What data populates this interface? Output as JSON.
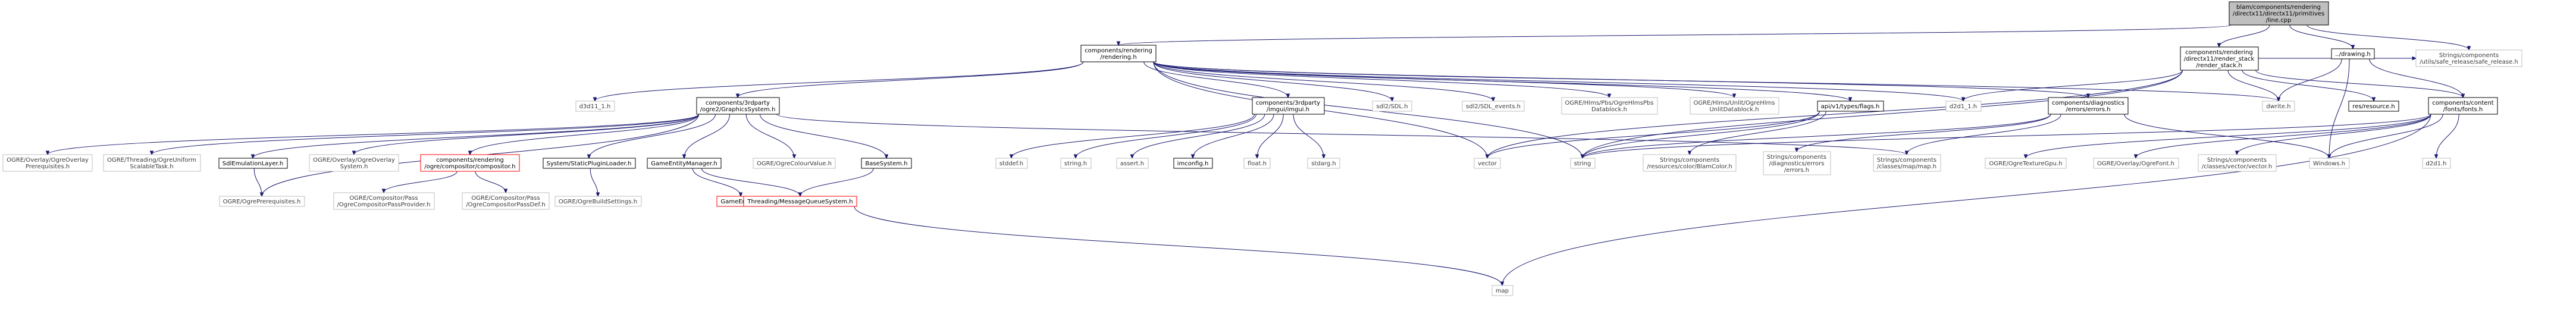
{
  "diagram": {
    "nodes": [
      {
        "id": "root",
        "style": "root",
        "lines": [
          "blam/components/rendering",
          "/directx11/directx11/primitives",
          "/line.cpp"
        ]
      },
      {
        "id": "rendering",
        "style": "linked",
        "lines": [
          "components/rendering",
          "/rendering.h"
        ]
      },
      {
        "id": "render_stack",
        "style": "linked",
        "lines": [
          "components/rendering",
          "/directx11/render_stack",
          "/render_stack.h"
        ]
      },
      {
        "id": "drawing",
        "style": "linked",
        "lines": [
          "../drawing.h"
        ]
      },
      {
        "id": "safe_release",
        "style": "plain",
        "lines": [
          "Strings/components",
          "/utils/safe_release/safe_release.h"
        ]
      },
      {
        "id": "d3d11_1",
        "style": "plain",
        "lines": [
          "d3d11_1.h"
        ]
      },
      {
        "id": "graphics_system",
        "style": "linked",
        "lines": [
          "components/3rdparty",
          "/ogre2/GraphicsSystem.h"
        ]
      },
      {
        "id": "imgui",
        "style": "linked",
        "lines": [
          "components/3rdparty",
          "/imgui/imgui.h"
        ]
      },
      {
        "id": "sdl2_sdl",
        "style": "plain",
        "lines": [
          "sdl2/SDL.h"
        ]
      },
      {
        "id": "sdl2_events",
        "style": "plain",
        "lines": [
          "sdl2/SDL_events.h"
        ]
      },
      {
        "id": "hlms_pbs",
        "style": "plain",
        "lines": [
          "OGRE/Hlms/Pbs/OgreHlmsPbs",
          "Datablock.h"
        ]
      },
      {
        "id": "hlms_unlit",
        "style": "plain",
        "lines": [
          "OGRE/Hlms/Unlit/OgreHlms",
          "UnlitDatablock.h"
        ]
      },
      {
        "id": "flags",
        "style": "linked",
        "lines": [
          "api/v1/types/flags.h"
        ]
      },
      {
        "id": "d2d1_1",
        "style": "plain",
        "lines": [
          "d2d1_1.h"
        ]
      },
      {
        "id": "errors",
        "style": "linked",
        "lines": [
          "components/diagnostics",
          "/errors/errors.h"
        ]
      },
      {
        "id": "dwrite",
        "style": "plain",
        "lines": [
          "dwrite.h"
        ]
      },
      {
        "id": "resource",
        "style": "linked",
        "lines": [
          "res/resource.h"
        ]
      },
      {
        "id": "fonts",
        "style": "linked",
        "lines": [
          "components/content",
          "/fonts/fonts.h"
        ]
      },
      {
        "id": "ogre_overlay_prereq",
        "style": "plain",
        "lines": [
          "OGRE/Overlay/OgreOverlay",
          "Prerequisites.h"
        ]
      },
      {
        "id": "uniform_task",
        "style": "plain",
        "lines": [
          "OGRE/Threading/OgreUniform",
          "ScalableTask.h"
        ]
      },
      {
        "id": "sdl_emulation",
        "style": "linked",
        "lines": [
          "SdlEmulationLayer.h"
        ]
      },
      {
        "id": "overlay_system",
        "style": "plain",
        "lines": [
          "OGRE/Overlay/OgreOverlay",
          "System.h"
        ]
      },
      {
        "id": "compositor",
        "style": "missing",
        "lines": [
          "components/rendering",
          "/ogre/compositor/compositor.h"
        ]
      },
      {
        "id": "static_plugin",
        "style": "linked",
        "lines": [
          "System/StaticPluginLoader.h"
        ]
      },
      {
        "id": "game_entity_mgr",
        "style": "linked",
        "lines": [
          "GameEntityManager.h"
        ]
      },
      {
        "id": "colour_value",
        "style": "plain",
        "lines": [
          "OGRE/OgreColourValue.h"
        ]
      },
      {
        "id": "base_system",
        "style": "linked",
        "lines": [
          "BaseSystem.h"
        ]
      },
      {
        "id": "stddef",
        "style": "plain",
        "lines": [
          "stddef.h"
        ]
      },
      {
        "id": "string_h",
        "style": "plain",
        "lines": [
          "string.h"
        ]
      },
      {
        "id": "assert",
        "style": "plain",
        "lines": [
          "assert.h"
        ]
      },
      {
        "id": "imconfig",
        "style": "linked",
        "lines": [
          "imconfig.h"
        ]
      },
      {
        "id": "float",
        "style": "plain",
        "lines": [
          "float.h"
        ]
      },
      {
        "id": "stdarg",
        "style": "plain",
        "lines": [
          "stdarg.h"
        ]
      },
      {
        "id": "vector",
        "style": "plain",
        "lines": [
          "vector"
        ]
      },
      {
        "id": "string",
        "style": "plain",
        "lines": [
          "string"
        ]
      },
      {
        "id": "color_blam",
        "style": "plain",
        "lines": [
          "Strings/components",
          "/resources/color/BlamColor.h"
        ]
      },
      {
        "id": "diag_errors",
        "style": "plain",
        "lines": [
          "Strings/components",
          "/diagnostics/errors",
          "/errors.h"
        ]
      },
      {
        "id": "map_h",
        "style": "plain",
        "lines": [
          "Strings/components",
          "/classes/map/map.h"
        ]
      },
      {
        "id": "texture_gpu",
        "style": "plain",
        "lines": [
          "OGRE/OgreTextureGpu.h"
        ]
      },
      {
        "id": "overlay_font",
        "style": "plain",
        "lines": [
          "OGRE/Overlay/OgreFont.h"
        ]
      },
      {
        "id": "vector_h",
        "style": "plain",
        "lines": [
          "Strings/components",
          "/classes/vector/vector.h"
        ]
      },
      {
        "id": "windows",
        "style": "plain",
        "lines": [
          "Windows.h"
        ]
      },
      {
        "id": "d2d1",
        "style": "plain",
        "lines": [
          "d2d1.h"
        ]
      },
      {
        "id": "ogre_prereq",
        "style": "plain",
        "lines": [
          "OGRE/OgrePrerequisites.h"
        ]
      },
      {
        "id": "pass_provider",
        "style": "plain",
        "lines": [
          "OGRE/Compositor/Pass",
          "/OgreCompositorPassProvider.h"
        ]
      },
      {
        "id": "pass_def",
        "style": "plain",
        "lines": [
          "OGRE/Compositor/Pass",
          "/OgreCompositorPassDef.h"
        ]
      },
      {
        "id": "build_settings",
        "style": "plain",
        "lines": [
          "OGRE/OgreBuildSettings.h"
        ]
      },
      {
        "id": "game_entity",
        "style": "missing",
        "lines": [
          "GameEntity.h"
        ]
      },
      {
        "id": "mq_system",
        "style": "missing",
        "lines": [
          "Threading/MessageQueueSystem.h"
        ]
      },
      {
        "id": "map",
        "style": "plain",
        "lines": [
          "map"
        ]
      }
    ]
  }
}
